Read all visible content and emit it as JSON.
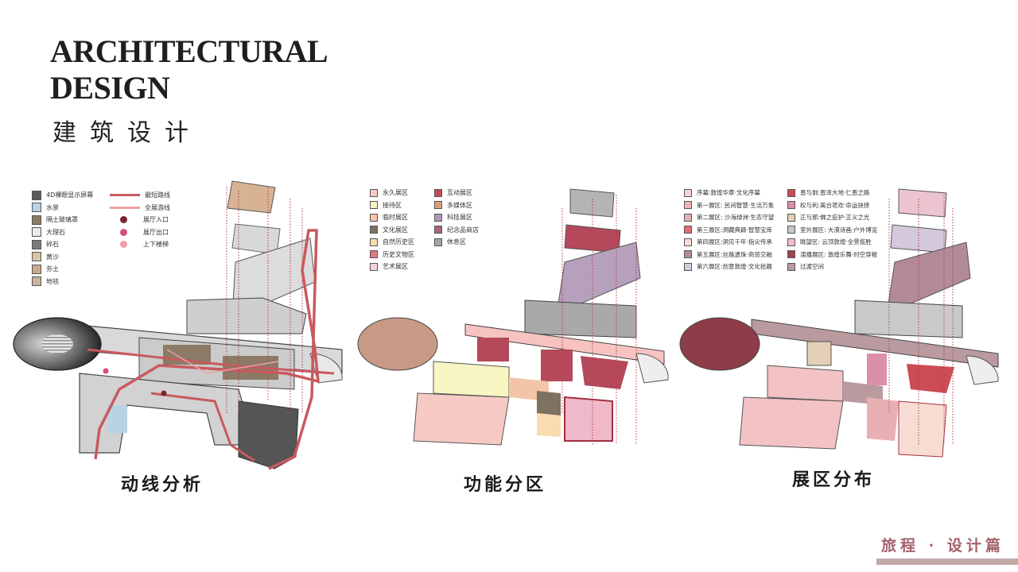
{
  "header": {
    "title_line1": "ARCHITECTURAL",
    "title_line2": "DESIGN",
    "title_cn": "建筑设计"
  },
  "footer": {
    "label": "旅程 · 设计篇",
    "accent": "#a4626c"
  },
  "panels": [
    {
      "id": "circulation",
      "caption": "动线分析",
      "materials": [
        {
          "label": "4D裸眼显示屏幕",
          "color": "#5b5b5b"
        },
        {
          "label": "水景",
          "color": "#b9d2e4"
        },
        {
          "label": "隔土玻璃罩",
          "color": "#8c7a66"
        },
        {
          "label": "大理石",
          "color": "#ececec"
        },
        {
          "label": "碎石",
          "color": "#7d7a78"
        },
        {
          "label": "黄沙",
          "color": "#d9c5a3"
        },
        {
          "label": "夯土",
          "color": "#cda98b"
        },
        {
          "label": "地毯",
          "color": "#c8b49b"
        }
      ],
      "routes": [
        {
          "label": "最短路线",
          "type": "line",
          "color": "#c85a5f"
        },
        {
          "label": "全展游线",
          "type": "line",
          "color": "#eba2a2"
        },
        {
          "label": "展厅入口",
          "type": "dot",
          "color": "#7a2530"
        },
        {
          "label": "展厅出口",
          "type": "dot",
          "color": "#d44f7c"
        },
        {
          "label": "上下楼梯",
          "type": "dot",
          "color": "#f0a0a8"
        }
      ]
    },
    {
      "id": "function",
      "caption": "功能分区",
      "zones_col1": [
        {
          "label": "永久展区",
          "color": "#f6c9c5"
        },
        {
          "label": "接待区",
          "color": "#f7f6c2"
        },
        {
          "label": "临时展区",
          "color": "#f4c4a8"
        },
        {
          "label": "文化展区",
          "color": "#7d7160"
        },
        {
          "label": "自然历史区",
          "color": "#f9dcb0"
        },
        {
          "label": "历史文物区",
          "color": "#e07b82"
        },
        {
          "label": "艺术展区",
          "color": "#f9d1dc"
        }
      ],
      "zones_col2": [
        {
          "label": "互动展区",
          "color": "#c24a57"
        },
        {
          "label": "多媒体区",
          "color": "#d9a07a"
        },
        {
          "label": "科技展区",
          "color": "#ad97b6"
        },
        {
          "label": "纪念品商店",
          "color": "#a8647c"
        },
        {
          "label": "休息区",
          "color": "#a6a6a6"
        }
      ]
    },
    {
      "id": "exhibition",
      "caption": "展区分布",
      "zones_col1": [
        {
          "label": "序幕:敦煌华章·文化序幕",
          "color": "#f6d3d3"
        },
        {
          "label": "第一展区: 民间智慧·生活万象",
          "color": "#efb4b8"
        },
        {
          "label": "第二展区: 沙海绿洲·生态守望",
          "color": "#e1b2ae"
        },
        {
          "label": "第三展区:洞藏典籍·智慧宝库",
          "color": "#e46a72"
        },
        {
          "label": "第四展区:洞见千年·指尖传承",
          "color": "#f8dcd3"
        },
        {
          "label": "第五展区:丝路遗珠·商贸交融",
          "color": "#b38a98"
        },
        {
          "label": "第六展区:创意敦煌·文化拾趣",
          "color": "#d4c9dc"
        }
      ],
      "zones_col2": [
        {
          "label": "恩与剥:恩泽大地·仁恩之路",
          "color": "#cc4c56"
        },
        {
          "label": "权与利:离合悲欢·命运抉择",
          "color": "#d990a8"
        },
        {
          "label": "正与邪:佛之庇护·正义之光",
          "color": "#e3d0b6"
        },
        {
          "label": "室外展区: 大漠诗画·户外博览",
          "color": "#c9c9c9"
        },
        {
          "label": "眺望区: 云顶敦煌·全景揽胜",
          "color": "#f2bcd0"
        },
        {
          "label": "演播展区: 敦煌乐舞·时空穿梭",
          "color": "#a2424f"
        },
        {
          "label": "过渡空间",
          "color": "#b99a9e"
        }
      ]
    }
  ]
}
